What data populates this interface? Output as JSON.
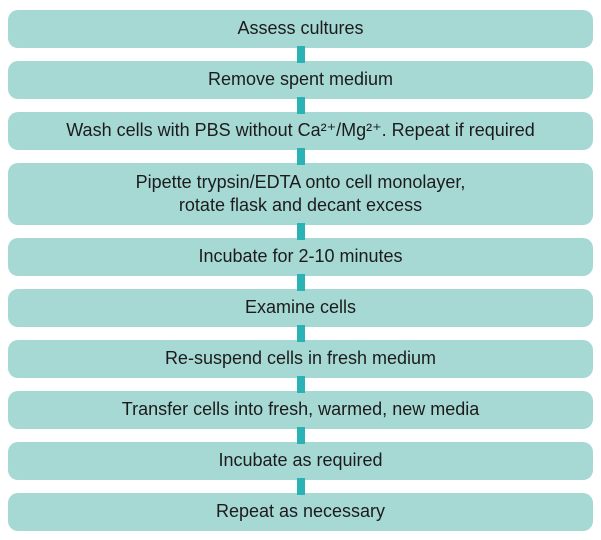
{
  "flowchart": {
    "steps": [
      {
        "label": "Assess cultures"
      },
      {
        "label": "Remove spent medium"
      },
      {
        "label": "Wash cells with PBS without Ca²⁺/Mg²⁺. Repeat if required"
      },
      {
        "label": "Pipette trypsin/EDTA onto cell monolayer,\nrotate flask and decant excess"
      },
      {
        "label": "Incubate for 2-10 minutes"
      },
      {
        "label": "Examine cells"
      },
      {
        "label": "Re-suspend cells in fresh medium"
      },
      {
        "label": "Transfer cells into fresh, warmed, new media"
      },
      {
        "label": "Incubate as required"
      },
      {
        "label": "Repeat as necessary"
      }
    ],
    "colors": {
      "box_fill": "#a6d8d4",
      "connector": "#2ab2b4",
      "text": "#1c1c1c",
      "background": "#ffffff"
    }
  }
}
